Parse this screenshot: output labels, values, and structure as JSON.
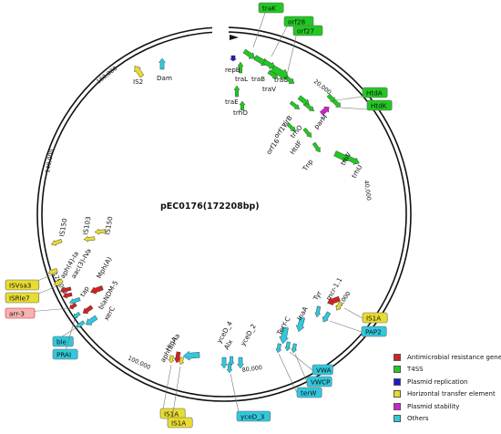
{
  "plasmid": {
    "name": "pEC0176(172208bp)",
    "length": 172208
  },
  "categories": {
    "amr": {
      "label": "Antimicrobial resistance gene",
      "color": "#d42020"
    },
    "t4ss": {
      "label": "T4SS",
      "color": "#22c822"
    },
    "rep": {
      "label": "Plasmid replication",
      "color": "#1c1cc8"
    },
    "hte": {
      "label": "Horizontal transfer element",
      "color": "#e8dc30"
    },
    "stab": {
      "label": "Plasmid stability",
      "color": "#d020d0"
    },
    "other": {
      "label": "Others",
      "color": "#30c8dc"
    }
  },
  "legend": [
    {
      "key": "amr",
      "label": "Antimicrobial resistance gene",
      "color": "#d42020"
    },
    {
      "key": "t4ss",
      "label": "T4SS",
      "color": "#22c822"
    },
    {
      "key": "rep",
      "label": "Plasmid replication",
      "color": "#1c1cc8"
    },
    {
      "key": "hte",
      "label": "Horizontal transfer element",
      "color": "#e8dc30"
    },
    {
      "key": "stab",
      "label": "Plasmid stability",
      "color": "#d020d0"
    },
    {
      "key": "other",
      "label": "Others",
      "color": "#30c8dc"
    }
  ],
  "ticks": [
    "20,000",
    "40,000",
    "60,000",
    "80,000",
    "100,000",
    "120,000",
    "140,000",
    "160,000"
  ],
  "genes": [
    {
      "name": "repB",
      "cat": "rep"
    },
    {
      "name": "traL",
      "cat": "t4ss"
    },
    {
      "name": "traK",
      "cat": "t4ss"
    },
    {
      "name": "traE",
      "cat": "t4ss"
    },
    {
      "name": "traB",
      "cat": "t4ss"
    },
    {
      "name": "orf28",
      "cat": "t4ss"
    },
    {
      "name": "traV",
      "cat": "t4ss"
    },
    {
      "name": "traC",
      "cat": "t4ss"
    },
    {
      "name": "orf27",
      "cat": "t4ss"
    },
    {
      "name": "trhO",
      "cat": "t4ss"
    },
    {
      "name": "virB",
      "cat": "t4ss"
    },
    {
      "name": "orf17",
      "cat": "t4ss"
    },
    {
      "name": "trhO",
      "cat": "t4ss"
    },
    {
      "name": "parM",
      "cat": "stab"
    },
    {
      "name": "HtdA",
      "cat": "t4ss"
    },
    {
      "name": "HtdK",
      "cat": "t4ss"
    },
    {
      "name": "orf16",
      "cat": "t4ss"
    },
    {
      "name": "HtdF",
      "cat": "t4ss"
    },
    {
      "name": "Tnp",
      "cat": "t4ss"
    },
    {
      "name": "trhV",
      "cat": "t4ss"
    },
    {
      "name": "trhU",
      "cat": "t4ss"
    },
    {
      "name": "mcr-1.1",
      "cat": "amr"
    },
    {
      "name": "IS1A",
      "cat": "hte"
    },
    {
      "name": "PAP2",
      "cat": "other"
    },
    {
      "name": "Tyr",
      "cat": "other"
    },
    {
      "name": "InaA",
      "cat": "other"
    },
    {
      "name": "TerY-C",
      "cat": "other"
    },
    {
      "name": "VWA",
      "cat": "other"
    },
    {
      "name": "VWCP",
      "cat": "other"
    },
    {
      "name": "terW",
      "cat": "other"
    },
    {
      "name": "yceD_2",
      "cat": "other"
    },
    {
      "name": "Alx",
      "cat": "other"
    },
    {
      "name": "yceD_4",
      "cat": "other"
    },
    {
      "name": "yceD_3",
      "cat": "other"
    },
    {
      "name": "HipA",
      "cat": "other"
    },
    {
      "name": "aph(3')-Ia",
      "cat": "amr"
    },
    {
      "name": "IS1A",
      "cat": "hte"
    },
    {
      "name": "IS1A",
      "cat": "hte"
    },
    {
      "name": "xerC",
      "cat": "other"
    },
    {
      "name": "blaNDM-5",
      "cat": "amr"
    },
    {
      "name": "ble",
      "cat": "other"
    },
    {
      "name": "PRAI",
      "cat": "other"
    },
    {
      "name": "Mph(A)",
      "cat": "amr"
    },
    {
      "name": "tap",
      "cat": "other"
    },
    {
      "name": "aac(3)-IVa",
      "cat": "amr"
    },
    {
      "name": "aph(4)-Ia",
      "cat": "amr"
    },
    {
      "name": "ISVsa3",
      "cat": "hte"
    },
    {
      "name": "ISRle7",
      "cat": "hte"
    },
    {
      "name": "arr-3",
      "cat": "amr"
    },
    {
      "name": "IS150",
      "cat": "hte"
    },
    {
      "name": "IS103",
      "cat": "hte"
    },
    {
      "name": "IS150",
      "cat": "hte"
    },
    {
      "name": "IS2",
      "cat": "hte"
    },
    {
      "name": "Dam",
      "cat": "other"
    }
  ]
}
